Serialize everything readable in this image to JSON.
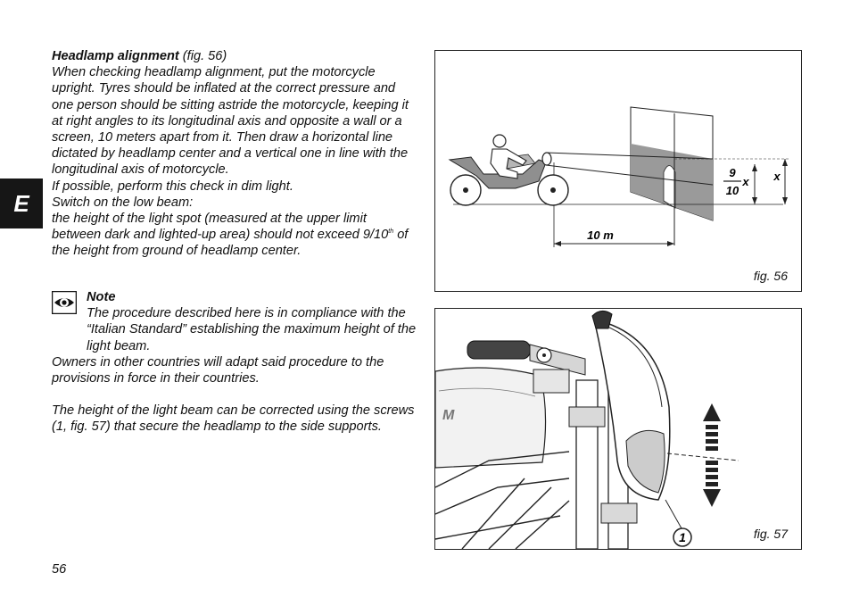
{
  "side_tab": {
    "letter": "E"
  },
  "headlamp": {
    "title": "Headlamp alignment",
    "title_ref": "(fig. 56)",
    "paragraphs": [
      "When checking headlamp alignment, put the motorcycle upright. Tyres should be inflated at the correct pressure and one person should be sitting astride the motorcycle, keeping it at right angles to its longitudinal axis and opposite a wall or a screen, 10 meters apart from it. Then draw a horizontal line dictated by headlamp center and a vertical one in line with the longitudinal axis of motorcycle.",
      "If possible, perform this check in dim light.",
      "Switch on the low beam:",
      "the height of the light spot (measured at the upper limit between dark and lighted-up area) should not exceed"
    ],
    "fraction_text": "9/10",
    "fraction_sup": "th",
    "fraction_tail": " of the height from ground of headlamp center."
  },
  "note": {
    "title": "Note",
    "paragraphs": [
      "The procedure described here is in compliance with the “Italian Standard” establishing the maximum height of the light beam.",
      "Owners in other countries will adapt said procedure to the provisions in force in their countries."
    ],
    "icon": "eye-icon"
  },
  "correction": {
    "text": "The height of the light beam can be corrected using the screws (1, fig. 57) that secure the headlamp to the side supports."
  },
  "fig56": {
    "caption": "fig. 56",
    "distance_label": "10 m",
    "frac_num": "9",
    "frac_den": "10",
    "x_label_a": "x",
    "x_label_b": "x"
  },
  "fig57": {
    "caption": "fig. 57",
    "callout": "1",
    "tank_text": "M"
  },
  "page": {
    "number": "56"
  }
}
